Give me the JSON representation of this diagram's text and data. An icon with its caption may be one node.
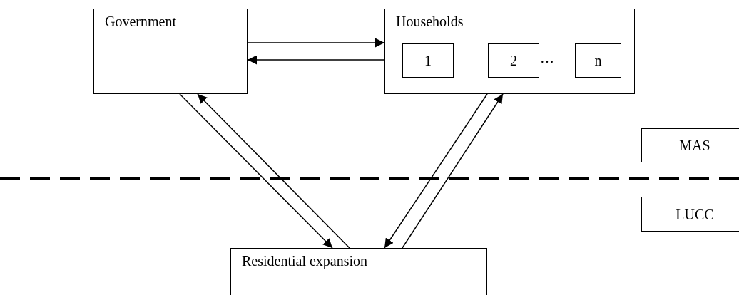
{
  "diagram": {
    "nodes": [
      {
        "text": [
          "Government"
        ]
      },
      {
        "text": [
          "Households"
        ]
      },
      {
        "text": [
          "1"
        ],
        "in": 1
      },
      {
        "text": [
          "2"
        ],
        "in": 1
      },
      {
        "text": [
          "n"
        ],
        "in": 1
      },
      {
        "text": [
          "MAS"
        ]
      },
      {
        "text": [
          "LUCC"
        ]
      },
      {
        "text": [
          "Residential expansion"
        ]
      }
    ],
    "edges": [
      {
        "from": 0,
        "to": 1,
        "arrow": "to"
      },
      {
        "from": 1,
        "to": 0,
        "arrow": "to"
      },
      {
        "from": 0,
        "to": 7,
        "arrow": "to"
      },
      {
        "from": 7,
        "to": 0,
        "arrow": "to"
      },
      {
        "from": 1,
        "to": 7,
        "arrow": "to"
      },
      {
        "from": 7,
        "to": 1,
        "arrow": "to"
      }
    ],
    "labels": [
      "…"
    ]
  }
}
